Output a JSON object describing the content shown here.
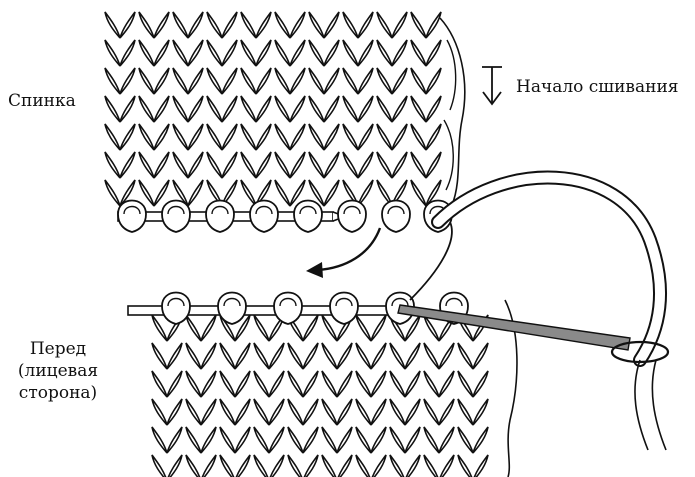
{
  "labels": {
    "back_piece": "Спинка",
    "seam_start": "Начало сшивания",
    "front_piece_lines": [
      "Перед",
      "(лицевая",
      "сторона)"
    ]
  },
  "colors": {
    "ink": "#111111",
    "paper": "#ffffff",
    "needle": "#8a8a8a"
  },
  "icons": {
    "seam_start_marker": "arrow-down-bar-icon",
    "direction_arrow": "curved-arrow-left-icon"
  }
}
